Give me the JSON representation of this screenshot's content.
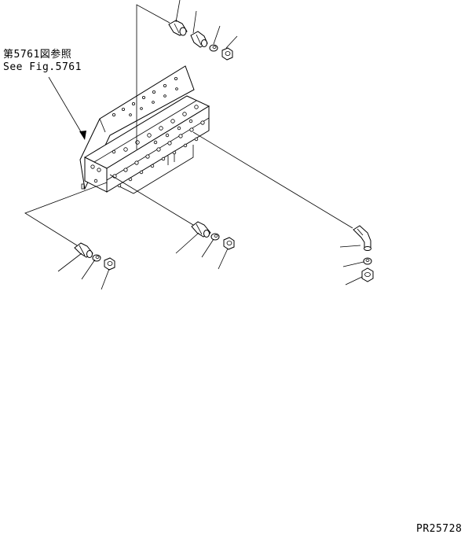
{
  "reference": {
    "jp": "第5761図参照",
    "en": "See Fig.5761"
  },
  "drawing_number": "PR25728"
}
